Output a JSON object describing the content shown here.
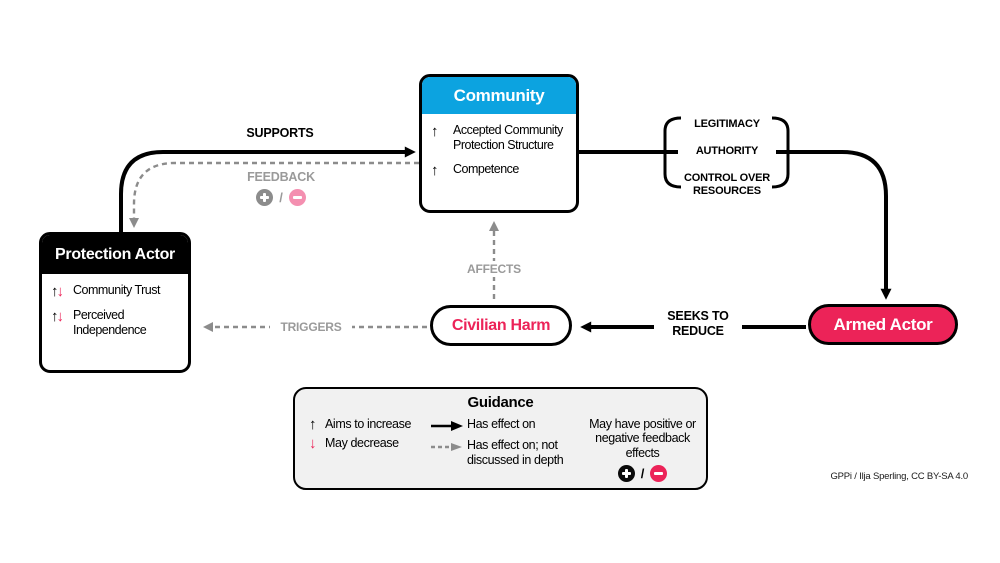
{
  "nodes": {
    "community": {
      "title": "Community",
      "items": [
        {
          "arrows": "↑",
          "label": "Accepted Community Protection Structure"
        },
        {
          "arrows": "↑",
          "label": "Competence"
        }
      ]
    },
    "protection_actor": {
      "title": "Protection Actor",
      "items": [
        {
          "up": "↑",
          "down": "↓",
          "label": "Community Trust"
        },
        {
          "up": "↑",
          "down": "↓",
          "label": "Perceived Independence"
        }
      ]
    },
    "civilian_harm": {
      "title": "Civilian Harm"
    },
    "armed_actor": {
      "title": "Armed Actor"
    }
  },
  "edges": {
    "supports": "SUPPORTS",
    "feedback": "FEEDBACK",
    "feedback_divider": "/",
    "affects": "AFFECTS",
    "triggers": "TRIGGERS",
    "seeks_to_reduce": "SEEKS TO\nREDUCE",
    "bracket_items": [
      "LEGITIMACY",
      "AUTHORITY",
      "CONTROL OVER RESOURCES"
    ]
  },
  "legend": {
    "title": "Guidance",
    "up_arrow": "↑",
    "down_arrow": "↓",
    "aims_to_increase": "Aims to increase",
    "may_decrease": "May decrease",
    "has_effect_on": "Has effect on",
    "has_effect_dashed": "Has effect on; not discussed in depth",
    "feedback_effects": "May have positive or negative feedback effects",
    "divider": "/"
  },
  "attribution": "GPPi / Ilja Sperling, CC BY-SA 4.0",
  "colors": {
    "blue": "#0CA3E0",
    "pink": "#EC2358",
    "light_pink": "#F48FB0",
    "gray": "#8C8C8C",
    "gray_text": "#9A9A9A"
  }
}
